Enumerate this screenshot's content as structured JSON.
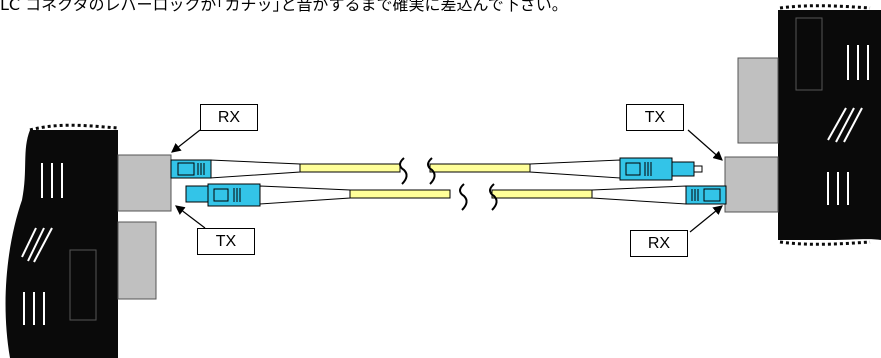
{
  "caption": "LC コネクタのレバーロックが｢カチッ｣と音がするまで確実に差込んで下さい。",
  "labels": {
    "left_rx": "RX",
    "left_tx": "TX",
    "right_tx": "TX",
    "right_rx": "RX"
  },
  "colors": {
    "device_body": "#0a0a0a",
    "port": "#c0c0c0",
    "connector": "#33c4e8",
    "fiber": "#ffff99"
  }
}
